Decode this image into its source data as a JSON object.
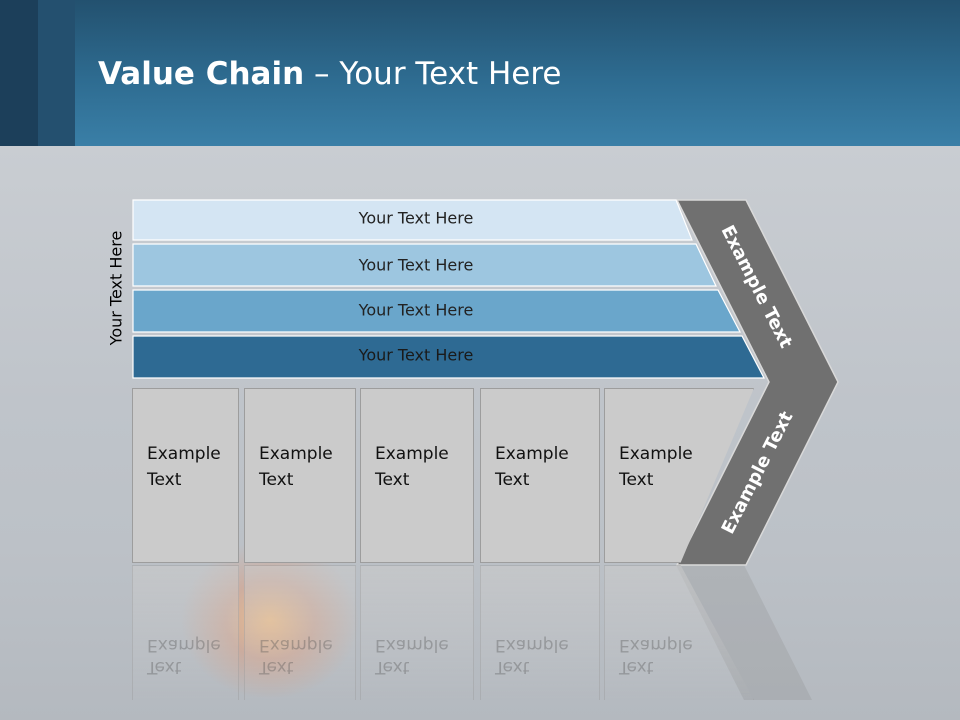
{
  "title": {
    "bold": "Value Chain",
    "rest": " – Your Text Here"
  },
  "side_label": "Your Text Here",
  "bars": [
    {
      "label": "Your Text Here",
      "color": "#d4e5f3"
    },
    {
      "label": "Your Text Here",
      "color": "#9dc6e0"
    },
    {
      "label": "Your Text Here",
      "color": "#6aa6cb"
    },
    {
      "label": "Your Text Here",
      "color": "#2e6a93"
    }
  ],
  "boxes": [
    {
      "line1": "Example",
      "line2": "Text"
    },
    {
      "line1": "Example",
      "line2": "Text"
    },
    {
      "line1": "Example",
      "line2": "Text"
    },
    {
      "line1": "Example",
      "line2": "Text"
    },
    {
      "line1": "Example",
      "line2": "Text"
    }
  ],
  "chevron": {
    "upper_label": "Example Text",
    "lower_label": "Example Text",
    "color": "#707070"
  }
}
